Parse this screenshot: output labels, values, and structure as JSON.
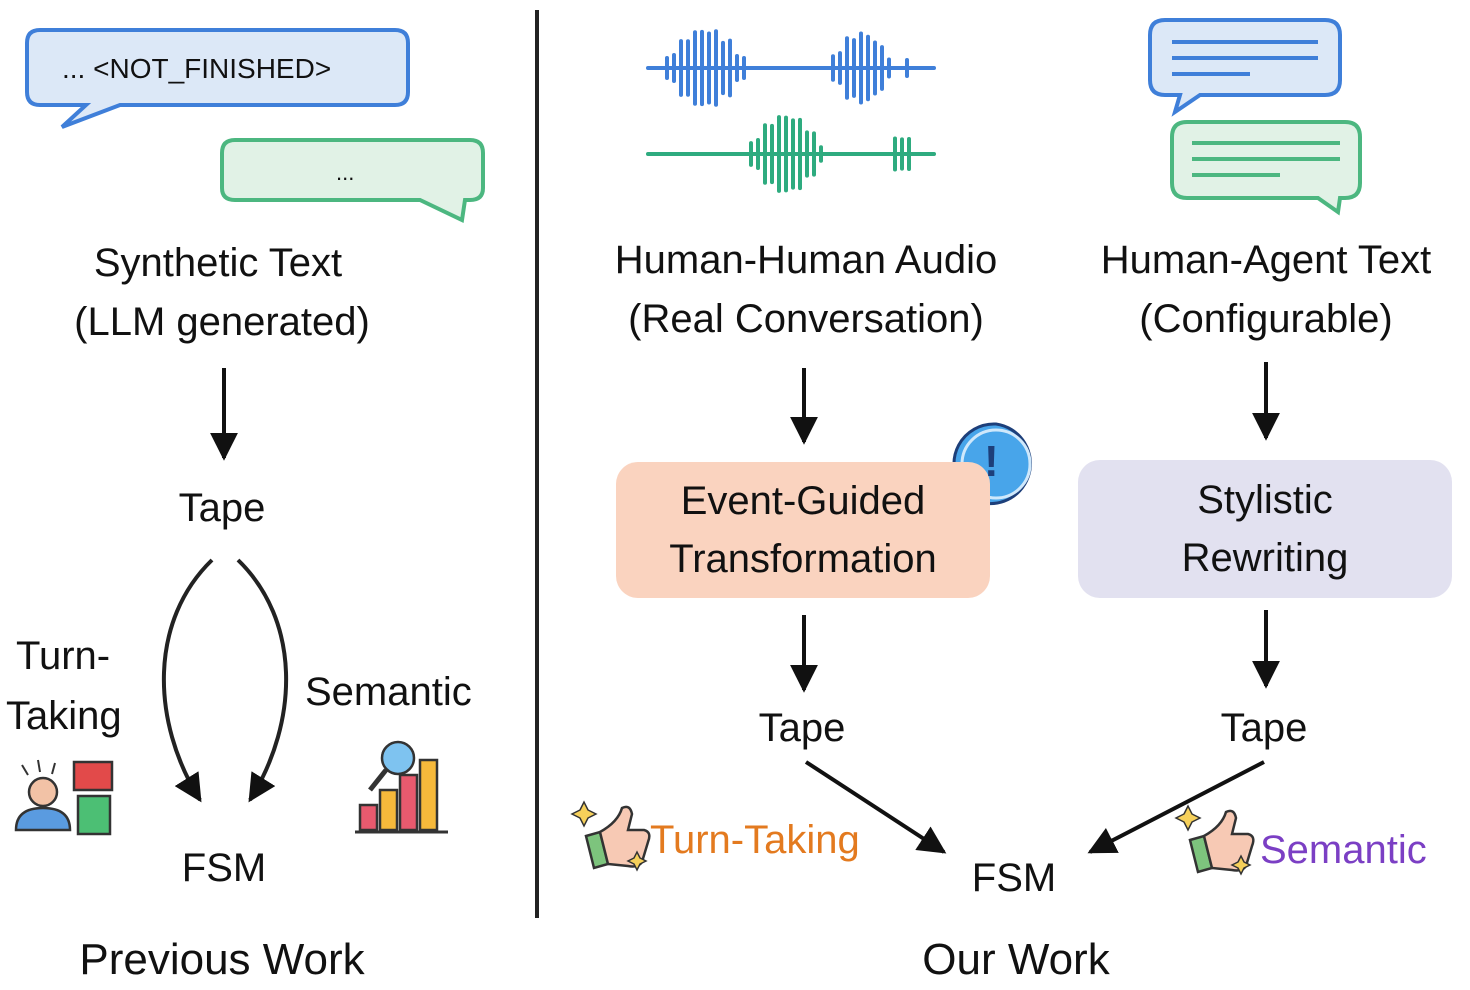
{
  "previous": {
    "bubble_text": "... <NOT_FINISHED>",
    "bubble2_text": "...",
    "source_line1": "Synthetic Text",
    "source_line2": "(LLM generated)",
    "tape": "Tape",
    "left_label_line1": "Turn-",
    "left_label_line2": "Taking",
    "right_label": "Semantic",
    "fsm": "FSM",
    "caption": "Previous Work"
  },
  "ours": {
    "audio_line1": "Human-Human Audio",
    "audio_line2": "(Real Conversation)",
    "text_line1": "Human-Agent Text",
    "text_line2": "(Configurable)",
    "transform_line1": "Event-Guided",
    "transform_line2": "Transformation",
    "rewrite_line1": "Stylistic",
    "rewrite_line2": "Rewriting",
    "tape_left": "Tape",
    "tape_right": "Tape",
    "turn_taking": "Turn-Taking",
    "semantic": "Semantic",
    "fsm": "FSM",
    "caption": "Our Work",
    "alert_glyph": "!"
  },
  "colors": {
    "blue": "#3f7fd9",
    "green": "#2eab7f",
    "orange_box": "#fad3bf",
    "purple_box": "#e2e1f0",
    "turn_taking_text": "#e37a1f",
    "semantic_text": "#7b3fc4"
  },
  "icons": [
    "speech-bubble-icon",
    "waveform-icon",
    "chat-bubbles-icon",
    "alert-bubble-icon",
    "thumbs-up-icon",
    "person-puzzle-icon",
    "analysis-chart-icon"
  ]
}
